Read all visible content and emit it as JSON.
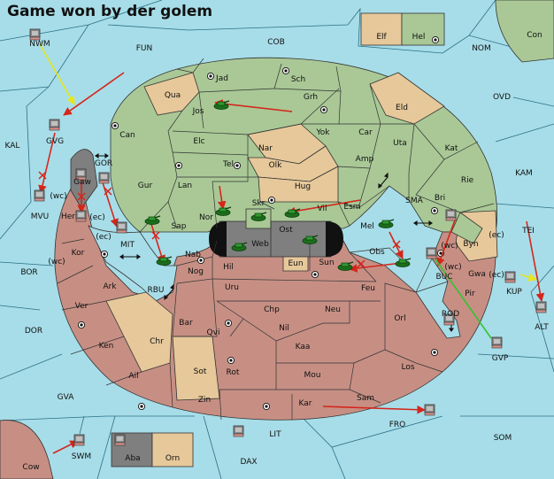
{
  "title": "Game won by der golem",
  "colors": {
    "water": "#a7dde8",
    "green": "#a9c896",
    "red": "#c78f84",
    "tan": "#e6c89a",
    "gray": "#7f7f7f",
    "black": "#111111",
    "move_order": "#d4261b",
    "support_order": "#e7e61c",
    "convoy_order": "#31c331"
  },
  "regions": {
    "sea": [
      {
        "id": "nwm",
        "label": "NWM"
      },
      {
        "id": "fun",
        "label": "FUN"
      },
      {
        "id": "cob",
        "label": "COB"
      },
      {
        "id": "nom",
        "label": "NOM"
      },
      {
        "id": "con",
        "label": "Con"
      },
      {
        "id": "kal",
        "label": "KAL"
      },
      {
        "id": "ovd",
        "label": "OVD"
      },
      {
        "id": "kam",
        "label": "KAM"
      },
      {
        "id": "gor",
        "label": "GOR"
      },
      {
        "id": "sma",
        "label": "SMA"
      },
      {
        "id": "tei",
        "label": "TEI"
      },
      {
        "id": "mit",
        "label": "MIT"
      },
      {
        "id": "bor",
        "label": "BOR"
      },
      {
        "id": "rbu",
        "label": "RBU"
      },
      {
        "id": "buc",
        "label": "BUC"
      },
      {
        "id": "kup",
        "label": "KUP"
      },
      {
        "id": "dor",
        "label": "DOR"
      },
      {
        "id": "rod",
        "label": "ROD"
      },
      {
        "id": "alt",
        "label": "ALT"
      },
      {
        "id": "gvp",
        "label": "GVP"
      },
      {
        "id": "gva",
        "label": "GVA"
      },
      {
        "id": "fro",
        "label": "FRO"
      },
      {
        "id": "lit",
        "label": "LIT"
      },
      {
        "id": "som",
        "label": "SOM"
      },
      {
        "id": "swm",
        "label": "SWM"
      },
      {
        "id": "dax",
        "label": "DAX"
      },
      {
        "id": "cow",
        "label": "Cow"
      }
    ],
    "green": [
      {
        "id": "jad",
        "label": "Jad"
      },
      {
        "id": "sch",
        "label": "Sch"
      },
      {
        "id": "jos",
        "label": "Jos"
      },
      {
        "id": "grh",
        "label": "Grh"
      },
      {
        "id": "can",
        "label": "Can"
      },
      {
        "id": "yok",
        "label": "Yok"
      },
      {
        "id": "car",
        "label": "Car"
      },
      {
        "id": "uta",
        "label": "Uta"
      },
      {
        "id": "elc",
        "label": "Elc"
      },
      {
        "id": "tel",
        "label": "Tel"
      },
      {
        "id": "amp",
        "label": "Amp"
      },
      {
        "id": "kat",
        "label": "Kat"
      },
      {
        "id": "gur",
        "label": "Gur"
      },
      {
        "id": "lan",
        "label": "Lan"
      },
      {
        "id": "rie",
        "label": "Rie"
      },
      {
        "id": "nor",
        "label": "Nor"
      },
      {
        "id": "vil",
        "label": "Vil"
      },
      {
        "id": "esm",
        "label": "Esm"
      },
      {
        "id": "bri",
        "label": "Bri"
      },
      {
        "id": "sap",
        "label": "Sap"
      },
      {
        "id": "mel",
        "label": "Mel"
      },
      {
        "id": "hel",
        "label": "Hel"
      }
    ],
    "tan": [
      {
        "id": "qua",
        "label": "Qua"
      },
      {
        "id": "eld",
        "label": "Eld"
      },
      {
        "id": "nar",
        "label": "Nar"
      },
      {
        "id": "olk",
        "label": "Olk"
      },
      {
        "id": "hug",
        "label": "Hug"
      },
      {
        "id": "byn",
        "label": "Byn"
      },
      {
        "id": "eun",
        "label": "Eun"
      },
      {
        "id": "chr",
        "label": "Chr"
      },
      {
        "id": "sot",
        "label": "Sot"
      },
      {
        "id": "elf",
        "label": "Elf"
      },
      {
        "id": "orn",
        "label": "Orn"
      }
    ],
    "red": [
      {
        "id": "gaw",
        "label": "Gaw"
      },
      {
        "id": "her",
        "label": "Her"
      },
      {
        "id": "kor",
        "label": "Kor"
      },
      {
        "id": "ark",
        "label": "Ark"
      },
      {
        "id": "ver",
        "label": "Ver"
      },
      {
        "id": "ken",
        "label": "Ken"
      },
      {
        "id": "ail",
        "label": "Ail"
      },
      {
        "id": "nab",
        "label": "Nab"
      },
      {
        "id": "hil",
        "label": "Hil"
      },
      {
        "id": "nog",
        "label": "Nog"
      },
      {
        "id": "uru",
        "label": "Uru"
      },
      {
        "id": "sun",
        "label": "Sun"
      },
      {
        "id": "obs",
        "label": "Obs"
      },
      {
        "id": "feu",
        "label": "Feu"
      },
      {
        "id": "bar",
        "label": "Bar"
      },
      {
        "id": "qvi",
        "label": "Qvi"
      },
      {
        "id": "chp",
        "label": "Chp"
      },
      {
        "id": "nil",
        "label": "Nil"
      },
      {
        "id": "neu",
        "label": "Neu"
      },
      {
        "id": "orl",
        "label": "Orl"
      },
      {
        "id": "gwa",
        "label": "Gwa"
      },
      {
        "id": "pir",
        "label": "Pir"
      },
      {
        "id": "kaa",
        "label": "Kaa"
      },
      {
        "id": "rot",
        "label": "Rot"
      },
      {
        "id": "mou",
        "label": "Mou"
      },
      {
        "id": "los",
        "label": "Los"
      },
      {
        "id": "zin",
        "label": "Zin"
      },
      {
        "id": "kar",
        "label": "Kar"
      },
      {
        "id": "sam",
        "label": "Sam"
      }
    ],
    "gray": [
      {
        "id": "skr",
        "label": "Skr"
      },
      {
        "id": "web",
        "label": "Web"
      },
      {
        "id": "ost",
        "label": "Ost"
      },
      {
        "id": "aba",
        "label": "Aba"
      }
    ]
  },
  "coast_tags": {
    "wc": "(wc)",
    "ec": "(ec)"
  },
  "units": {
    "green": [
      {
        "id": "army-jos",
        "type": "army",
        "province": "Jos"
      },
      {
        "id": "army-nor",
        "type": "army",
        "province": "Nor"
      },
      {
        "id": "army-skr",
        "type": "army",
        "province": "Skr"
      },
      {
        "id": "army-vil",
        "type": "army",
        "province": "Vil"
      },
      {
        "id": "army-web",
        "type": "army",
        "province": "Web"
      },
      {
        "id": "army-ost",
        "type": "army",
        "province": "Ost"
      },
      {
        "id": "army-sap",
        "type": "army",
        "province": "Sap"
      },
      {
        "id": "army-mit",
        "type": "army",
        "province": "MIT"
      },
      {
        "id": "army-mel",
        "type": "army",
        "province": "Mel"
      },
      {
        "id": "army-obs",
        "type": "army",
        "province": "Obs"
      },
      {
        "id": "army-sun",
        "type": "army",
        "province": "Sun"
      }
    ],
    "fleets": [
      {
        "id": "fleet-nwm",
        "province": "NWM"
      },
      {
        "id": "fleet-gvg",
        "province": "GVG"
      },
      {
        "id": "fleet-mvu",
        "province": "MVU"
      },
      {
        "id": "fleet-gor",
        "province": "GOR"
      },
      {
        "id": "fleet-bri",
        "province": "Bri"
      },
      {
        "id": "fleet-buc",
        "province": "BUC"
      },
      {
        "id": "fleet-rod",
        "province": "ROD"
      },
      {
        "id": "fleet-kup",
        "province": "KUP"
      },
      {
        "id": "fleet-alt",
        "province": "ALT"
      },
      {
        "id": "fleet-gvp",
        "province": "GVP"
      },
      {
        "id": "fleet-sam",
        "province": "Sam"
      },
      {
        "id": "fleet-lit",
        "province": "LIT"
      },
      {
        "id": "fleet-swm",
        "province": "SWM"
      },
      {
        "id": "fleet-gaw",
        "province": "Gaw"
      },
      {
        "id": "fleet-her",
        "province": "Her"
      },
      {
        "id": "fleet-mit2",
        "province": "MIT"
      },
      {
        "id": "fleet-alt-s",
        "province": "ALT"
      }
    ]
  },
  "extra_labels": {
    "gvg": "GVG",
    "mvu": "MVU"
  }
}
